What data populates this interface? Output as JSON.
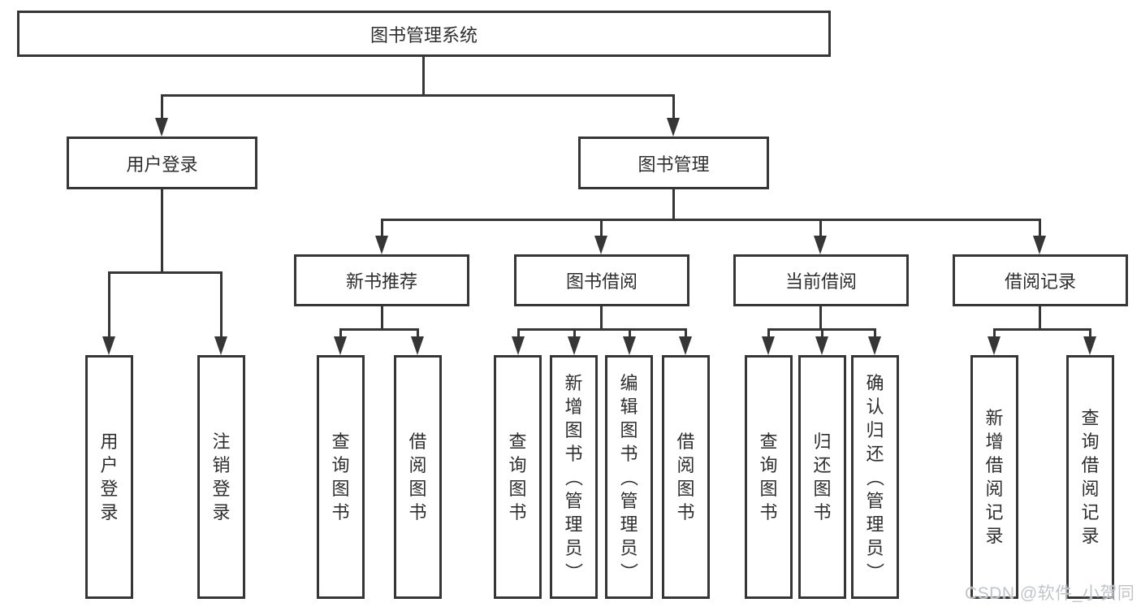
{
  "colors": {
    "background": "#ffffff",
    "line": "#363636",
    "box_border": "#363636",
    "text": "#2e2e2e",
    "watermark": "#c2c5c8"
  },
  "watermark": {
    "text": "CSDN @软件_小贺同学"
  },
  "tree": {
    "root": {
      "label": "图书管理系统"
    },
    "branches": [
      {
        "label": "用户登录",
        "children": [
          {
            "label": "用户登录"
          },
          {
            "label": "注销登录"
          }
        ]
      },
      {
        "label": "图书管理",
        "children": [
          {
            "label": "新书推荐",
            "children": [
              {
                "label": "查询图书"
              },
              {
                "label": "借阅图书"
              }
            ]
          },
          {
            "label": "图书借阅",
            "children": [
              {
                "label": "查询图书"
              },
              {
                "label": "新增图书（管理员）"
              },
              {
                "label": "编辑图书（管理员）"
              },
              {
                "label": "借阅图书"
              }
            ]
          },
          {
            "label": "当前借阅",
            "children": [
              {
                "label": "查询图书"
              },
              {
                "label": "归还图书"
              },
              {
                "label": "确认归还（管理员）"
              }
            ]
          },
          {
            "label": "借阅记录",
            "children": [
              {
                "label": "新增借阅记录"
              },
              {
                "label": "查询借阅记录"
              }
            ]
          }
        ]
      }
    ]
  }
}
